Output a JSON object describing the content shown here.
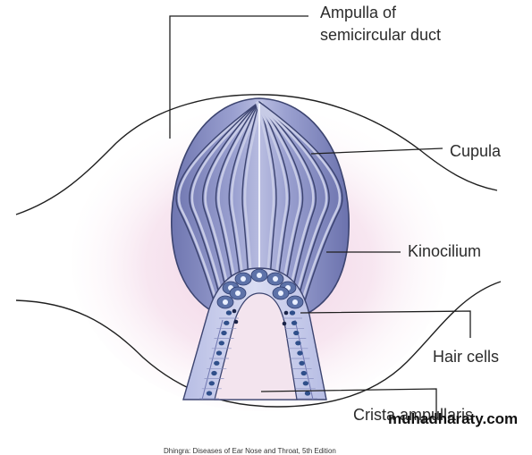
{
  "labels": {
    "ampulla_line1": "Ampulla of",
    "ampulla_line2": "semicircular duct",
    "cupula": "Cupula",
    "kinocilium": "Kinocilium",
    "hair_cells": "Hair cells",
    "crista": "Crista ampullaris"
  },
  "watermark": "muhadharaty.com",
  "source_credit": "Dhingra: Diseases of Ear Nose and Throat, 5th Edition",
  "colors": {
    "cupula_fill": "#8c93c6",
    "cupula_dark": "#5b6198",
    "cupula_light": "#c3c7e6",
    "glow": "#efd0e4",
    "crista_fill": "#c9cdea",
    "cell_nucleus": "#2f4f8a",
    "text": "#2b2b2b"
  }
}
